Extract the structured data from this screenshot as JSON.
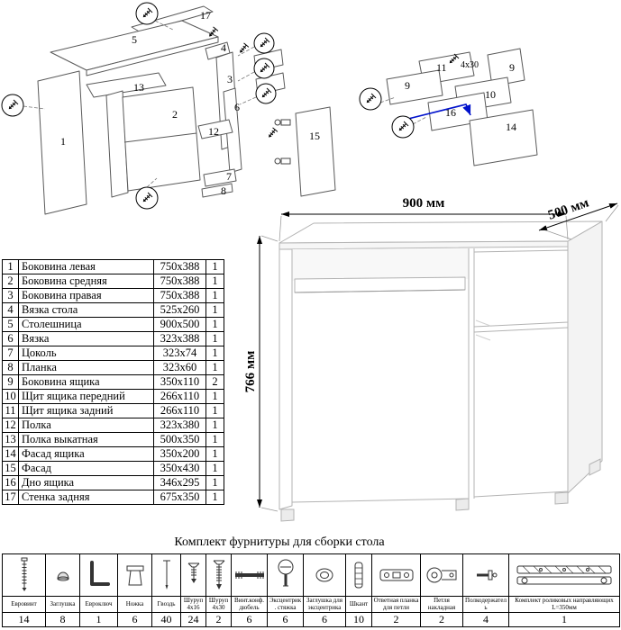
{
  "dimensions": {
    "width": "900 мм",
    "depth": "500 мм",
    "height": "766 мм"
  },
  "labels": {
    "desk": {
      "l1": "1",
      "l2": "2",
      "l3": "3",
      "l4": "4",
      "l5": "5",
      "l6": "6",
      "l7": "7",
      "l8": "8",
      "l12": "12",
      "l13": "13",
      "l15": "15",
      "l17": "17"
    },
    "drawer": {
      "l9a": "9",
      "l9b": "9",
      "l10": "10",
      "l11": "11",
      "l14": "14",
      "l16": "16",
      "screw_size": "4x30"
    }
  },
  "parts_table": {
    "rows": [
      [
        "1",
        "Боковина левая",
        "750x388",
        "1"
      ],
      [
        "2",
        "Боковина средняя",
        "750x388",
        "1"
      ],
      [
        "3",
        "Боковина правая",
        "750x388",
        "1"
      ],
      [
        "4",
        "Вязка стола",
        "525x260",
        "1"
      ],
      [
        "5",
        "Столешница",
        "900x500",
        "1"
      ],
      [
        "6",
        "Вязка",
        "323x388",
        "1"
      ],
      [
        "7",
        "Цоколь",
        "323x74",
        "1"
      ],
      [
        "8",
        "Планка",
        "323x60",
        "1"
      ],
      [
        "9",
        "Боковина ящика",
        "350x110",
        "2"
      ],
      [
        "10",
        "Щит ящика передний",
        "266x110",
        "1"
      ],
      [
        "11",
        "Щит ящика задний",
        "266x110",
        "1"
      ],
      [
        "12",
        "Полка",
        "323x380",
        "1"
      ],
      [
        "13",
        "Полка выкатная",
        "500x350",
        "1"
      ],
      [
        "14",
        "Фасад ящика",
        "350x200",
        "1"
      ],
      [
        "15",
        "Фасад",
        "350x430",
        "1"
      ],
      [
        "16",
        "Дно ящика",
        "346x295",
        "1"
      ],
      [
        "17",
        "Стенка задняя",
        "675x350",
        "1"
      ]
    ]
  },
  "hardware": {
    "title": "Комплект фурнитуры для сборки стола",
    "items": [
      {
        "icon": "euroscrew-icon",
        "name": "Евровинт",
        "qty": "14"
      },
      {
        "icon": "cap-icon",
        "name": "Заглушка",
        "qty": "8"
      },
      {
        "icon": "hexkey-icon",
        "name": "Евроключ",
        "qty": "1"
      },
      {
        "icon": "leg-icon",
        "name": "Ножка",
        "qty": "6"
      },
      {
        "icon": "nail-icon",
        "name": "Гвоздь",
        "qty": "40"
      },
      {
        "icon": "screw-4x16-icon",
        "name": "Шуруп 4x16",
        "qty": "24"
      },
      {
        "icon": "screw-4x30-icon",
        "name": "Шуруп 4x30",
        "qty": "2"
      },
      {
        "icon": "dowel-screw-icon",
        "name": "Винт.конф. дюбель",
        "qty": "6"
      },
      {
        "icon": "cam-lock-icon",
        "name": "Эксцентрик. стяжка",
        "qty": "6"
      },
      {
        "icon": "cam-cap-icon",
        "name": "Заглушка для эксцентрика",
        "qty": "6"
      },
      {
        "icon": "shkant-icon",
        "name": "Шкант",
        "qty": "10"
      },
      {
        "icon": "hinge-plate-icon",
        "name": "Ответная планка для петли",
        "qty": "2"
      },
      {
        "icon": "hinge-icon",
        "name": "Петля накладная",
        "qty": "2"
      },
      {
        "icon": "shelf-pin-icon",
        "name": "Полкодержатель",
        "qty": "4"
      },
      {
        "icon": "slides-icon",
        "name": "Комплект роликовых направляющих L=350мм",
        "qty": "1"
      }
    ]
  }
}
